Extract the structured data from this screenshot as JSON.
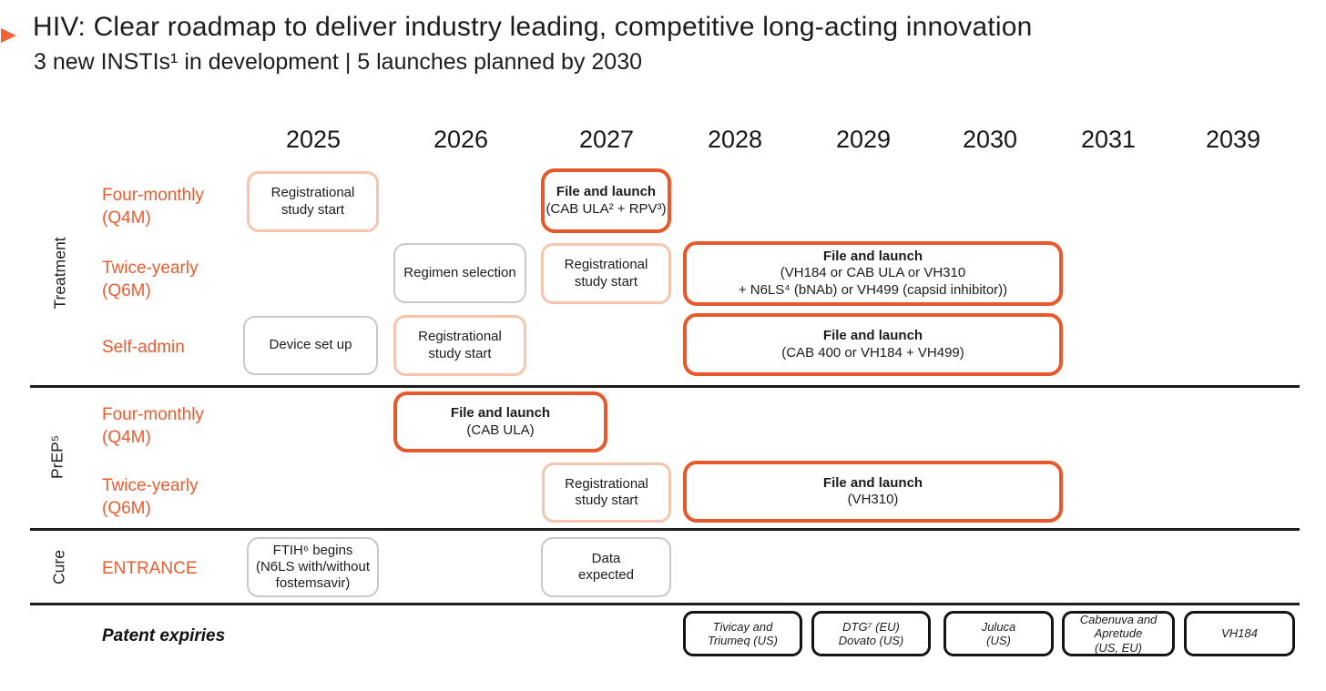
{
  "header": {
    "title": "HIV: Clear roadmap to deliver industry leading, competitive long-acting innovation",
    "subtitle": "3 new INSTIs¹ in development | 5 launches planned by 2030",
    "bullet_icon": "arrow-right"
  },
  "colors": {
    "accent_orange": "#e7582b",
    "light_peach": "#f6c5ad",
    "neutral_gray": "#c9c9c9",
    "ink_black": "#141414"
  },
  "years": [
    "2025",
    "2026",
    "2027",
    "2028",
    "2029",
    "2030",
    "2031",
    "2039"
  ],
  "treatment": {
    "name": "Treatment",
    "rows": [
      {
        "label": "Four-monthly (Q4M)",
        "boxes": [
          {
            "style": "peach",
            "lines": [
              "Registrational",
              "study start"
            ]
          },
          {
            "style": "orange",
            "title": "File and launch",
            "lines": [
              "(CAB ULA² + RPV³)"
            ]
          }
        ]
      },
      {
        "label": "Twice-yearly (Q6M)",
        "boxes": [
          {
            "style": "gray",
            "lines": [
              "Regimen selection"
            ]
          },
          {
            "style": "peach",
            "lines": [
              "Registrational",
              "study start"
            ]
          },
          {
            "style": "orange",
            "title": "File and launch",
            "lines": [
              "(VH184 or CAB ULA or VH310",
              "+ N6LS⁴ (bNAb) or VH499 (capsid inhibitor))"
            ]
          }
        ]
      },
      {
        "label": "Self-admin",
        "boxes": [
          {
            "style": "gray",
            "lines": [
              "Device set up"
            ]
          },
          {
            "style": "peach",
            "lines": [
              "Registrational",
              "study start"
            ]
          },
          {
            "style": "orange",
            "title": "File and launch",
            "lines": [
              "(CAB 400 or VH184 + VH499)"
            ]
          }
        ]
      }
    ]
  },
  "prep": {
    "name": "PrEP⁵",
    "rows": [
      {
        "label": "Four-monthly (Q4M)",
        "boxes": [
          {
            "style": "orange",
            "title": "File and launch",
            "lines": [
              "(CAB ULA)"
            ]
          }
        ]
      },
      {
        "label": "Twice-yearly (Q6M)",
        "boxes": [
          {
            "style": "peach",
            "lines": [
              "Registrational",
              "study start"
            ]
          },
          {
            "style": "orange",
            "title": "File and launch",
            "lines": [
              "(VH310)"
            ]
          }
        ]
      }
    ]
  },
  "cure": {
    "name": "Cure",
    "rows": [
      {
        "label": "ENTRANCE",
        "boxes": [
          {
            "style": "gray",
            "lines": [
              "FTIH⁶ begins",
              "(N6LS with/without",
              "fostemsavir)"
            ]
          },
          {
            "style": "gray",
            "lines": [
              "Data",
              "expected"
            ]
          }
        ]
      }
    ]
  },
  "patents": {
    "label": "Patent expiries",
    "boxes": [
      {
        "year": "2028",
        "lines": [
          "Tivicay and",
          "Triumeq (US)"
        ]
      },
      {
        "year": "2029",
        "lines": [
          "DTG⁷ (EU)",
          "Dovato (US)"
        ]
      },
      {
        "year": "2030",
        "lines": [
          "Juluca",
          "(US)"
        ]
      },
      {
        "year": "2031",
        "lines": [
          "Cabenuva and",
          "Apretude",
          "(US, EU)"
        ]
      },
      {
        "year": "2039",
        "lines": [
          "VH184"
        ]
      }
    ]
  }
}
